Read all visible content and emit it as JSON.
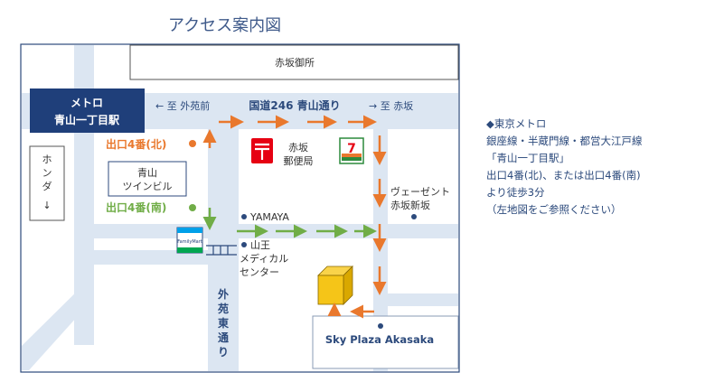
{
  "title": "アクセス案内図",
  "map": {
    "akasaka_gosho": "赤坂御所",
    "station_line1": "メトロ",
    "station_line2": "青山一丁目駅",
    "to_gaienmae": "← 至 外苑前",
    "route246": "国道246 青山通り",
    "to_akasaka": "→ 至 赤坂",
    "exit_north": "出口4番(北)",
    "exit_south": "出口4番(南)",
    "honda": [
      "ホ",
      "ン",
      "ダ",
      "↓"
    ],
    "twin_building": [
      "青山",
      "ツインビル"
    ],
    "post_office": [
      "赤坂",
      "郵便局"
    ],
    "vezent": [
      "ヴェーゼント",
      "赤坂新坂"
    ],
    "yamaya": "YAMAYA",
    "sanno": [
      "山王",
      "メディカル",
      "センター"
    ],
    "gaien_higashi": [
      "外",
      "苑",
      "東",
      "通",
      "り"
    ],
    "sky_plaza": "Sky Plaza Akasaka",
    "familymart": "FamilyMart",
    "seven_eleven": "7"
  },
  "info": {
    "header": "◆東京メトロ",
    "lines": "銀座線・半蔵門線・都営大江戸線",
    "station": "「青山一丁目駅」",
    "exits": "出口4番(北)、または出口4番(南)",
    "walk": "より徒歩3分",
    "note": "（左地図をご参照ください）"
  },
  "colors": {
    "road": "#dce6f2",
    "station_box": "#1f3f7a",
    "exit_north": "#e9782d",
    "exit_south": "#70ad47",
    "text_blue": "#2c4a7c",
    "building": "#f5c518"
  }
}
